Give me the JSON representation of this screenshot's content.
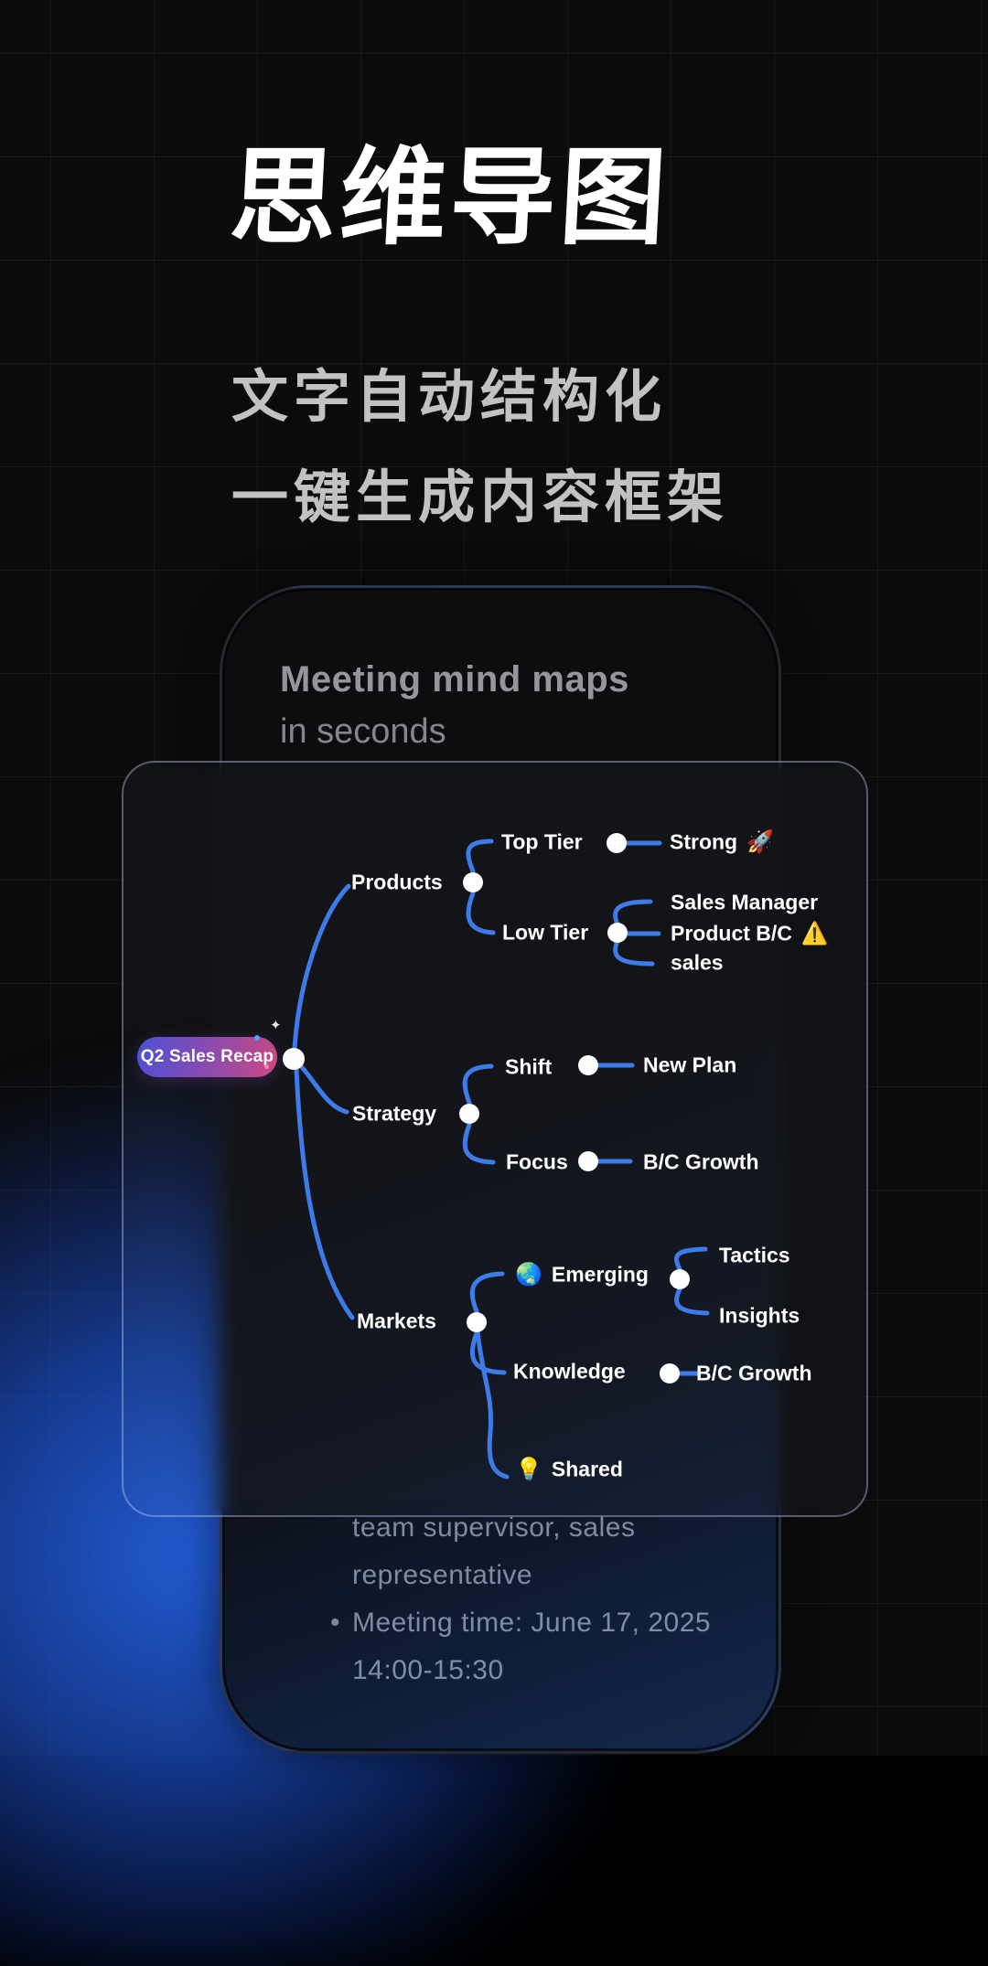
{
  "hero": {
    "title": "思维导图",
    "subtitle1": "文字自动结构化",
    "subtitle2": "一键生成内容框架"
  },
  "phone": {
    "heading": "Meeting mind maps",
    "subheading": "in seconds",
    "notes": [
      {
        "bullet": "",
        "text": "team supervisor, sales"
      },
      {
        "bullet": "",
        "text": "representative"
      },
      {
        "bullet": "•",
        "text": "Meeting time: June 17, 2025"
      },
      {
        "bullet": "",
        "text": "14:00-15:30"
      }
    ]
  },
  "mindmap": {
    "root_label": "Q2 Sales Recap",
    "labels": {
      "products": "Products",
      "top_tier": "Top Tier",
      "strong": "Strong",
      "low_tier": "Low Tier",
      "sales_manager": "Sales Manager",
      "product_bc": "Product B/C",
      "sales": "sales",
      "strategy": "Strategy",
      "shift": "Shift",
      "new_plan": "New Plan",
      "focus": "Focus",
      "bc_growth_1": "B/C Growth",
      "markets": "Markets",
      "emerging": "Emerging",
      "tactics": "Tactics",
      "insights": "Insights",
      "knowledge": "Knowledge",
      "bc_growth_2": "B/C Growth",
      "shared": "Shared"
    },
    "icons": {
      "rocket": "🚀",
      "warning": "⚠️",
      "globe": "🌏",
      "bulb": "💡",
      "sparkle": "✦"
    },
    "colors": {
      "line": "#3d7be8",
      "node_fill": "#ffffff",
      "root_g1": "#4b51d6",
      "root_g2": "#8f4bab",
      "root_g3": "#cb4a80"
    }
  }
}
